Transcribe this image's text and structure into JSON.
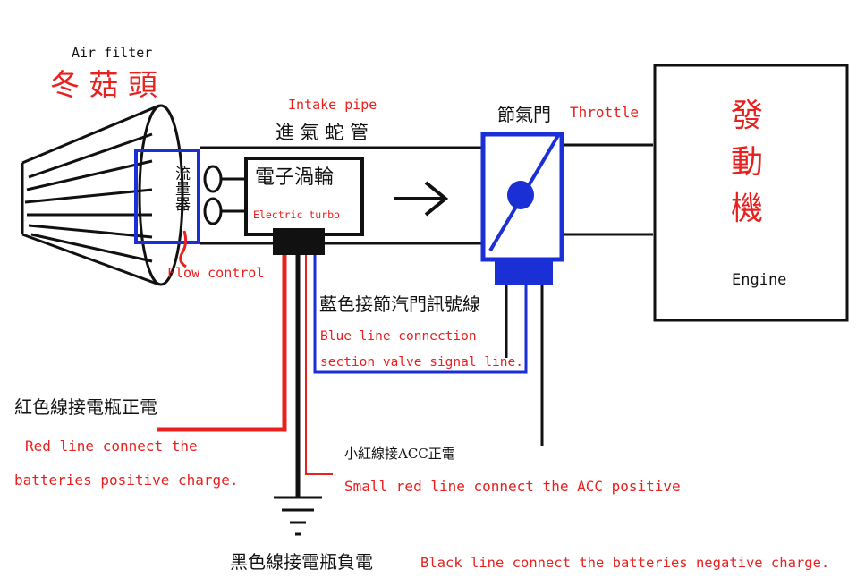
{
  "labels": {
    "air_filter_en": "Air filter",
    "air_filter_zh": "冬 菇 頭",
    "intake_pipe_en": "Intake pipe",
    "intake_pipe_zh": "進 氣 蛇 管",
    "throttle_zh": "節氣門",
    "throttle_en": "Throttle",
    "engine_zh": [
      "發",
      "動",
      "機"
    ],
    "engine_en": "Engine",
    "flow_sensor_zh": [
      "流",
      "量",
      "器"
    ],
    "flow_control_en": "Flow control",
    "turbo_zh": "電子渦輪",
    "turbo_en": "Electric turbo",
    "blue_line_zh": "藍色接節汽門訊號線",
    "blue_line_en_1": "Blue line connection",
    "blue_line_en_2": "section valve signal line.",
    "red_line_zh": "紅色線接電瓶正電",
    "red_line_en_1": "Red line connect the",
    "red_line_en_2": "batteries positive charge.",
    "small_red_zh": "小紅線接ACC正電",
    "small_red_en": "Small red line connect the ACC positive",
    "black_line_zh": "黑色線接電瓶負電",
    "black_line_en": "Black line connect the batteries negative charge."
  },
  "colors": {
    "red": "#e8201e",
    "blue": "#1a2fd6",
    "black": "#111111"
  }
}
